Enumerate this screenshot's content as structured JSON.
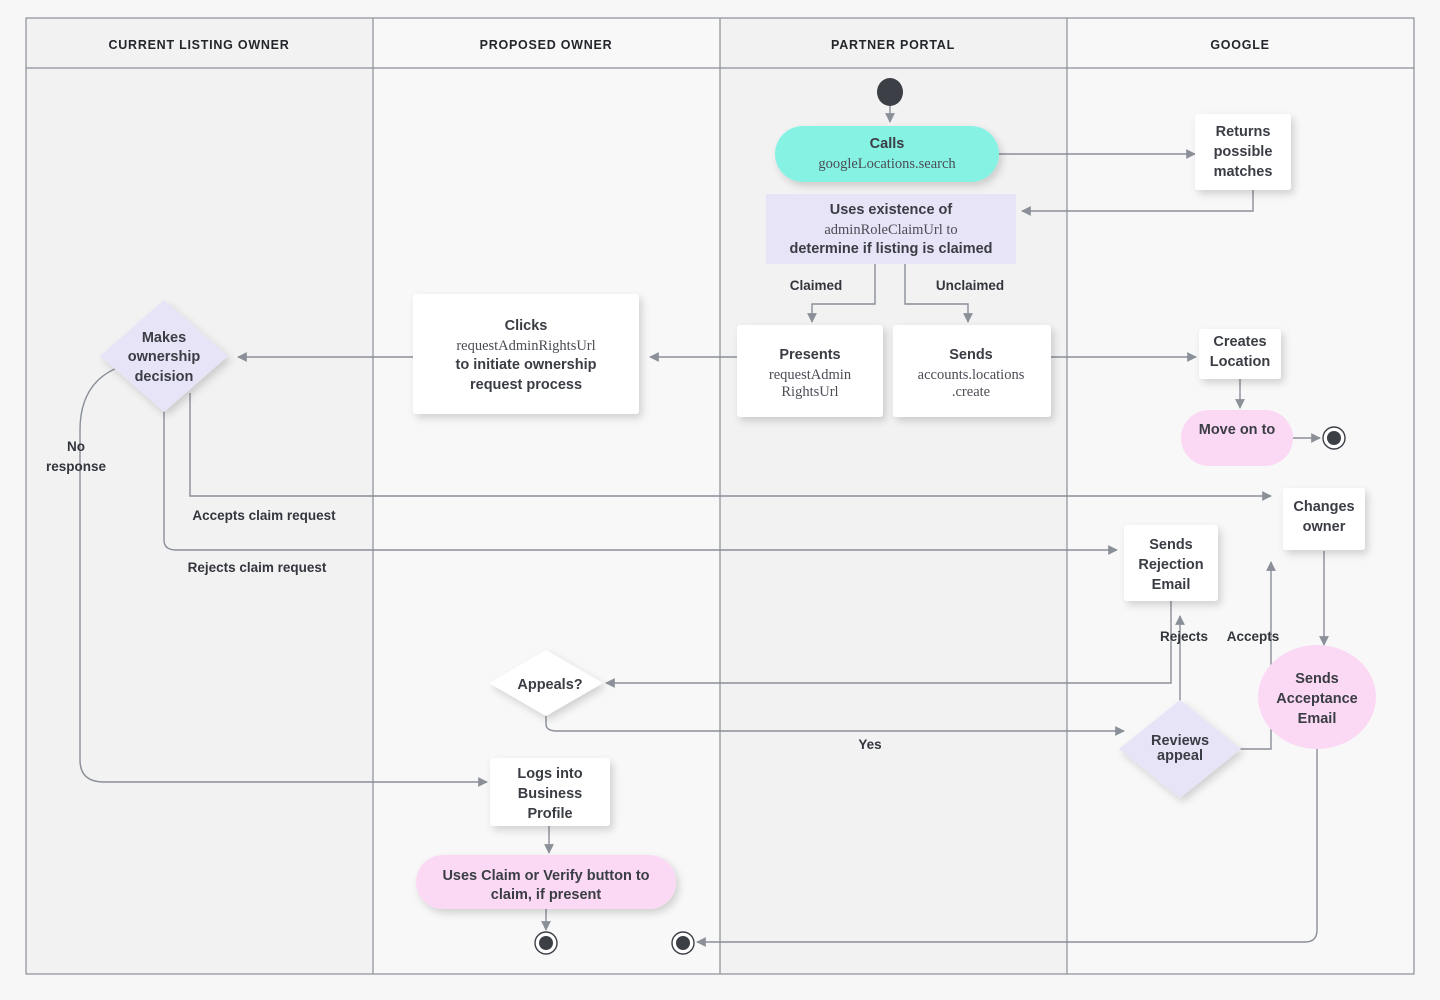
{
  "diagram": {
    "title": "Business Profile listing ownership transfer flow",
    "colors": {
      "background": "#f7f7f7",
      "lane_fill_a": "#f2f2f2",
      "lane_fill_b": "#f8f8f8",
      "lane_border": "#8a8f98",
      "line": "#8a8f98",
      "text": "#33363d",
      "cyan": "#86f2e4",
      "lavender": "#e8e4f8",
      "pink": "#fbd9f4",
      "white": "#ffffff",
      "node_dot": "#3c3f46"
    }
  },
  "lanes": [
    {
      "id": "current-listing-owner",
      "label": "CURRENT LISTING OWNER"
    },
    {
      "id": "proposed-owner",
      "label": "PROPOSED OWNER"
    },
    {
      "id": "partner-portal",
      "label": "PARTNER PORTAL"
    },
    {
      "id": "google",
      "label": "GOOGLE"
    }
  ],
  "nodes": [
    {
      "id": "start",
      "shape": "start-dot",
      "lane": "partner-portal",
      "label": ""
    },
    {
      "id": "calls-google-locations-search",
      "shape": "pill",
      "fill": "cyan",
      "lane": "partner-portal",
      "lines": [
        {
          "text": "Calls",
          "style": "bold"
        },
        {
          "text": "googleLocations.search",
          "style": "mono"
        }
      ]
    },
    {
      "id": "returns-possible-matches",
      "shape": "rect",
      "fill": "white",
      "lane": "google",
      "lines": [
        {
          "text": "Returns",
          "style": "bold"
        },
        {
          "text": "possible",
          "style": "bold"
        },
        {
          "text": "matches",
          "style": "bold"
        }
      ]
    },
    {
      "id": "uses-existence-of-admin-role-claim-url",
      "shape": "rect-flat",
      "fill": "lavender",
      "lane": "partner-portal",
      "lines": [
        {
          "text": "Uses existence of",
          "style": "bold"
        },
        {
          "text": "adminRoleClaimUrl to",
          "style": "mixed"
        },
        {
          "text": "determine if listing is claimed",
          "style": "bold"
        }
      ]
    },
    {
      "id": "presents-request-admin-rights-url",
      "shape": "rect",
      "fill": "white",
      "lane": "partner-portal",
      "lines": [
        {
          "text": "Presents",
          "style": "bold"
        },
        {
          "text": "requestAdmin",
          "style": "mono"
        },
        {
          "text": "RightsUrl",
          "style": "mono"
        }
      ]
    },
    {
      "id": "sends-accounts-locations-create",
      "shape": "rect",
      "fill": "white",
      "lane": "partner-portal",
      "lines": [
        {
          "text": "Sends",
          "style": "bold"
        },
        {
          "text": "accounts.locations",
          "style": "mono"
        },
        {
          "text": ".create",
          "style": "mono"
        }
      ]
    },
    {
      "id": "creates-location",
      "shape": "rect",
      "fill": "white",
      "lane": "google",
      "lines": [
        {
          "text": "Creates",
          "style": "bold"
        },
        {
          "text": "Location",
          "style": "bold"
        }
      ]
    },
    {
      "id": "move-on-to",
      "shape": "pill",
      "fill": "pink",
      "lane": "google",
      "lines": [
        {
          "text": "Move on to",
          "style": "bold"
        }
      ]
    },
    {
      "id": "end-google",
      "shape": "end-dot",
      "lane": "google",
      "label": ""
    },
    {
      "id": "clicks-request-admin-rights-url",
      "shape": "rect",
      "fill": "white",
      "lane": "proposed-owner",
      "lines": [
        {
          "text": "Clicks",
          "style": "bold"
        },
        {
          "text": "requestAdminRightsUrl",
          "style": "mono"
        },
        {
          "text": "to initiate ownership",
          "style": "bold"
        },
        {
          "text": "request process",
          "style": "bold"
        }
      ]
    },
    {
      "id": "makes-ownership-decision",
      "shape": "diamond",
      "fill": "lavender",
      "lane": "current-listing-owner",
      "lines": [
        {
          "text": "Makes",
          "style": "bold"
        },
        {
          "text": "ownership",
          "style": "bold"
        },
        {
          "text": "decision",
          "style": "bold"
        }
      ]
    },
    {
      "id": "changes-owner",
      "shape": "rect",
      "fill": "white",
      "lane": "google",
      "lines": [
        {
          "text": "Changes",
          "style": "bold"
        },
        {
          "text": "owner",
          "style": "bold"
        }
      ]
    },
    {
      "id": "sends-rejection-email",
      "shape": "rect",
      "fill": "white",
      "lane": "google",
      "lines": [
        {
          "text": "Sends",
          "style": "bold"
        },
        {
          "text": "Rejection",
          "style": "bold"
        },
        {
          "text": "Email",
          "style": "bold"
        }
      ]
    },
    {
      "id": "sends-acceptance-email",
      "shape": "pill",
      "fill": "pink",
      "lane": "google",
      "lines": [
        {
          "text": "Sends",
          "style": "bold"
        },
        {
          "text": "Acceptance",
          "style": "bold"
        },
        {
          "text": "Email",
          "style": "bold"
        }
      ]
    },
    {
      "id": "appeals",
      "shape": "diamond",
      "fill": "white",
      "lane": "proposed-owner",
      "lines": [
        {
          "text": "Appeals?",
          "style": "bold"
        }
      ]
    },
    {
      "id": "reviews-appeal",
      "shape": "diamond",
      "fill": "lavender",
      "lane": "google",
      "lines": [
        {
          "text": "Reviews",
          "style": "bold"
        },
        {
          "text": "appeal",
          "style": "bold"
        }
      ]
    },
    {
      "id": "logs-into-business-profile",
      "shape": "rect",
      "fill": "white",
      "lane": "proposed-owner",
      "lines": [
        {
          "text": "Logs into",
          "style": "bold"
        },
        {
          "text": "Business",
          "style": "bold"
        },
        {
          "text": "Profile",
          "style": "bold"
        }
      ]
    },
    {
      "id": "uses-claim-or-verify-button",
      "shape": "pill",
      "fill": "pink",
      "lane": "proposed-owner",
      "lines": [
        {
          "text": "Uses Claim or Verify button to",
          "style": "bold"
        },
        {
          "text": "claim, if present",
          "style": "bold"
        }
      ]
    },
    {
      "id": "end-proposed-owner",
      "shape": "end-dot",
      "lane": "proposed-owner",
      "label": ""
    },
    {
      "id": "end-partner-portal",
      "shape": "end-dot",
      "lane": "partner-portal",
      "label": ""
    }
  ],
  "edge_labels": [
    {
      "id": "claimed",
      "text": "Claimed"
    },
    {
      "id": "unclaimed",
      "text": "Unclaimed"
    },
    {
      "id": "no-response",
      "text_line_1": "No",
      "text_line_2": "response"
    },
    {
      "id": "accepts-claim-request",
      "text": "Accepts claim request"
    },
    {
      "id": "rejects-claim-request",
      "text": "Rejects claim request"
    },
    {
      "id": "rejects",
      "text": "Rejects"
    },
    {
      "id": "accepts",
      "text": "Accepts"
    },
    {
      "id": "yes",
      "text": "Yes"
    }
  ]
}
